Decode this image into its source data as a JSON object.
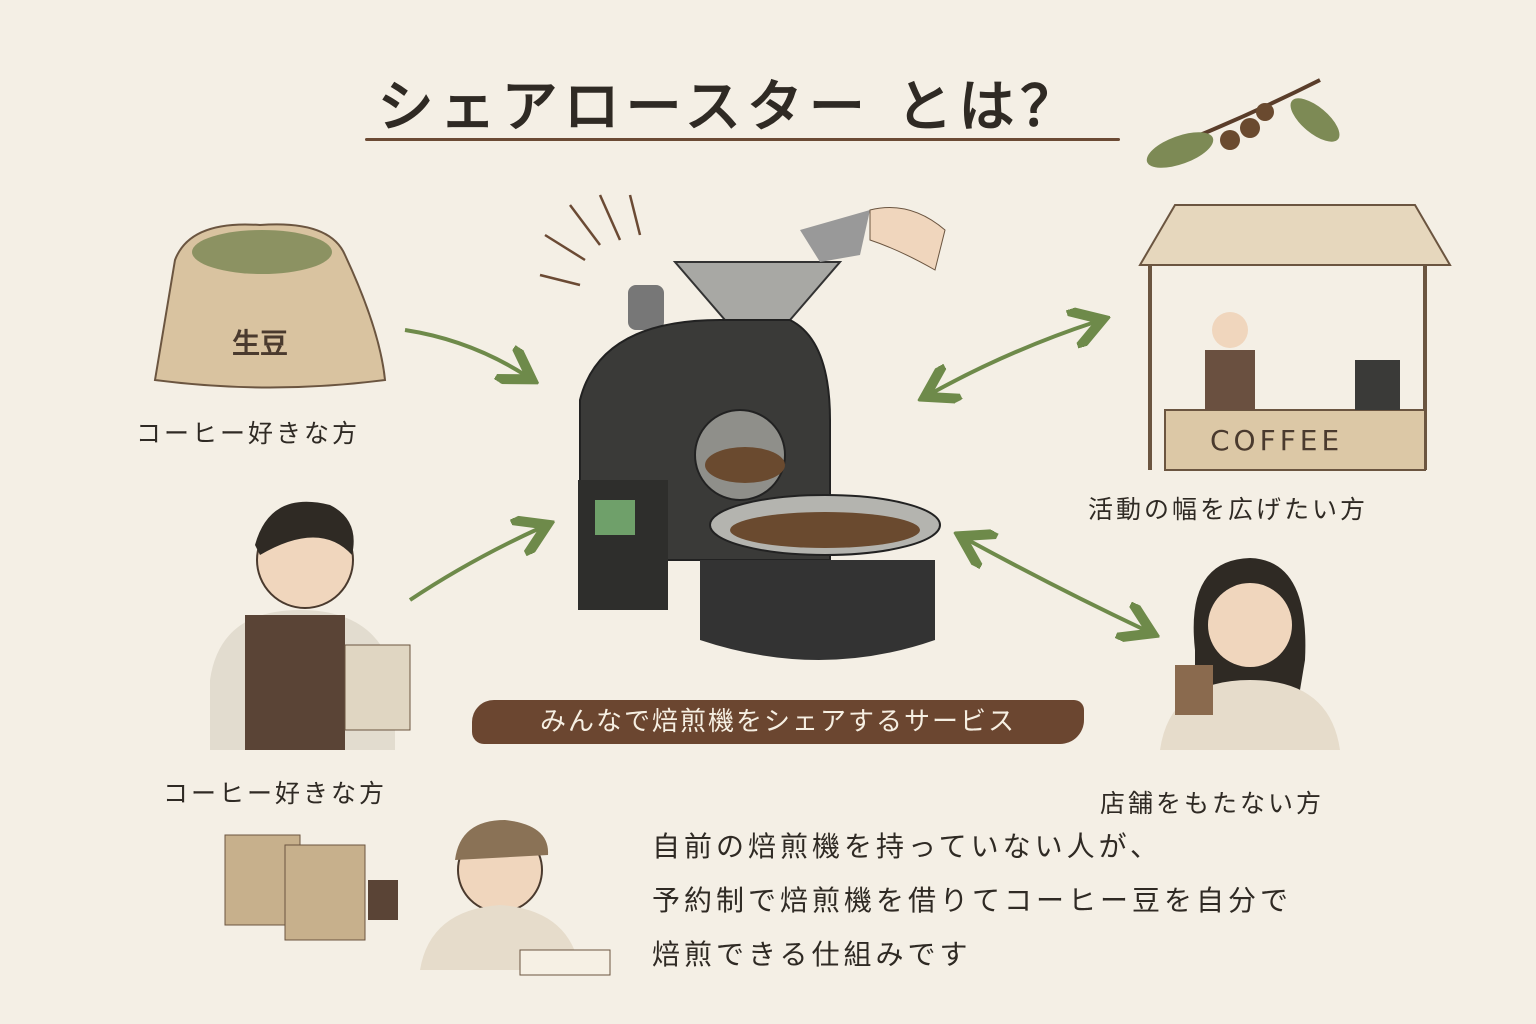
{
  "title": "シェアロースター とは？",
  "sack_label": "生豆",
  "stall_sign": "COFFEE",
  "people": {
    "top_left": "コーヒー好きな方",
    "mid_left": "コーヒー好きな方",
    "top_right": "活動の幅を広げたい方",
    "bottom_right": "店舗をもたない方"
  },
  "banner": "みんなで焙煎機をシェアするサービス",
  "description": [
    "自前の焙煎機を持っていない人が、",
    "予約制で焙煎機を借りてコーヒー豆を自分で",
    "焙煎できる仕組みです"
  ],
  "colors": {
    "background": "#f4efe5",
    "arrow": "#6e8a4a",
    "banner": "#6b4630",
    "text": "#2f2a24"
  }
}
